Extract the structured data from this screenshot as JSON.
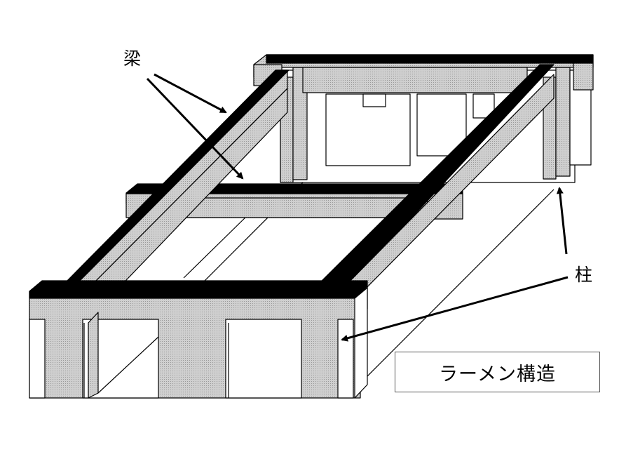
{
  "labels": {
    "beam": "梁",
    "column": "柱"
  },
  "caption": "ラーメン構造",
  "colors": {
    "beam_face": "#c9c9c9",
    "beam_top": "#000000",
    "outline": "#000000",
    "wall": "#ffffff",
    "background": "#ffffff"
  }
}
